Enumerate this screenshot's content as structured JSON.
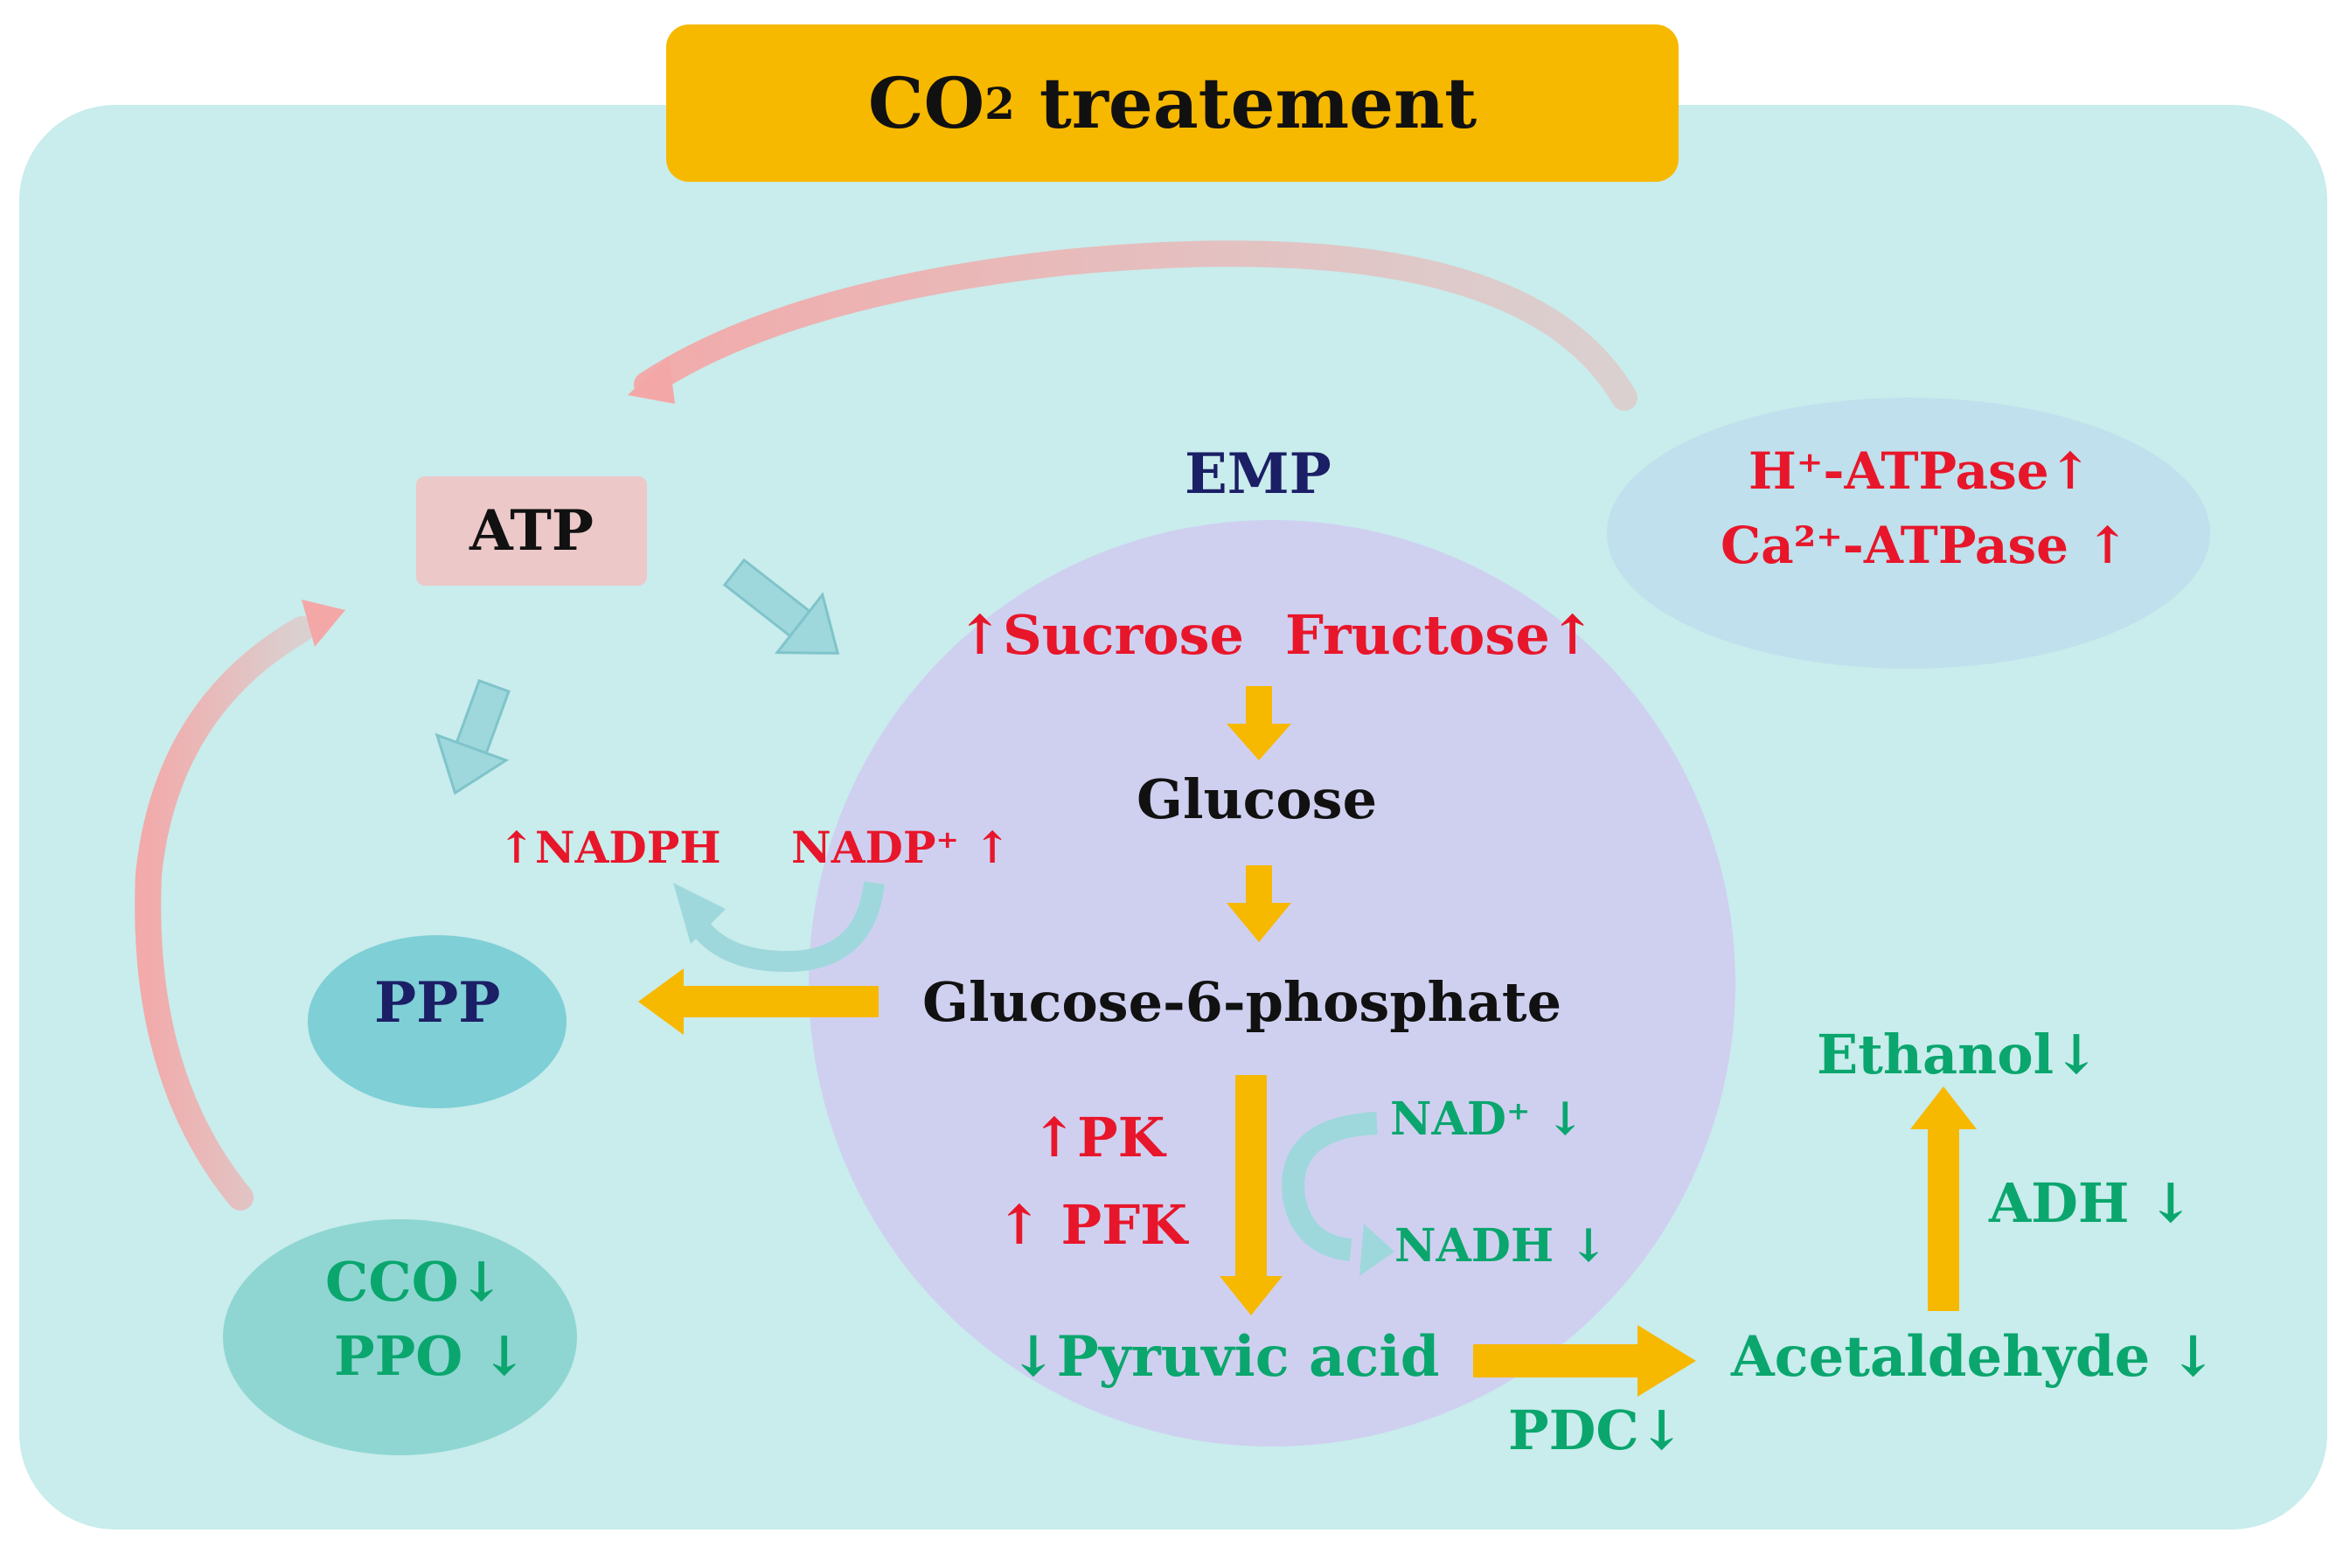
{
  "title": {
    "main": "CO",
    "sub": "2",
    "rest": " treatement"
  },
  "atp": "ATP",
  "emp": "EMP",
  "ppp": "PPP",
  "atpase": {
    "line1": "H⁺-ATPase↑",
    "line2": "Ca²⁺-ATPase ↑"
  },
  "sugars": {
    "sucrose": "↑Sucrose",
    "fructose": "Fructose↑"
  },
  "glucose": "Glucose",
  "g6p": "Glucose-6-phosphate",
  "nadph": "↑NADPH",
  "nadp": "NADP⁺ ↑",
  "pk": "↑PK",
  "pfk": "↑ PFK",
  "nad": "NAD⁺ ↓",
  "nadh": "NADH ↓",
  "pyruvic": "↓Pyruvic acid",
  "pdc": "PDC↓",
  "acetaldehyde": "Acetaldehyde ↓",
  "adh": "ADH ↓",
  "ethanol": "Ethanol↓",
  "cco": "CCO↓",
  "ppo": "PPO ↓",
  "colors": {
    "panel": "#c9ecec",
    "circle": "#cfd0f0",
    "title_bg": "#f7b800",
    "flow_arrow": "#f7b800",
    "up": "#e8162a",
    "down": "#0aa66e",
    "label": "#1b1f66",
    "atp_box": "#ecc8c8",
    "teal_arrow": "#9ed8dc",
    "pink_arc": "#f4a7a7"
  }
}
